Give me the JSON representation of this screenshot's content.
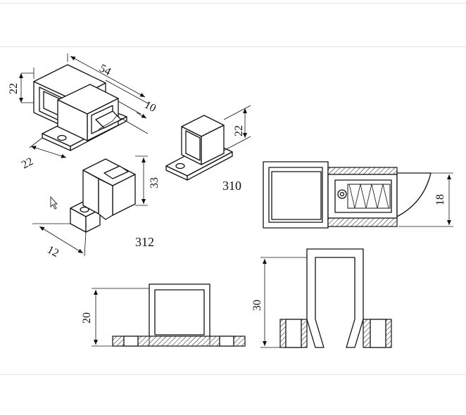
{
  "colors": {
    "line": "#111111",
    "paper": "#ffffff",
    "rule": "#e4e4e4"
  },
  "icons": {
    "pointer": "cursor-arrow-icon"
  },
  "drawing": {
    "dimensions": {
      "latch_length": "54",
      "latch_height": "22",
      "latch_depth": "22",
      "latch_gap": "10",
      "keeper310_height": "22",
      "keeper312_height": "33",
      "keeper312_base": "12",
      "side_height": "18",
      "front310_height": "20",
      "front312_height": "30"
    },
    "labels": {
      "part310": "310",
      "part312": "312"
    }
  }
}
